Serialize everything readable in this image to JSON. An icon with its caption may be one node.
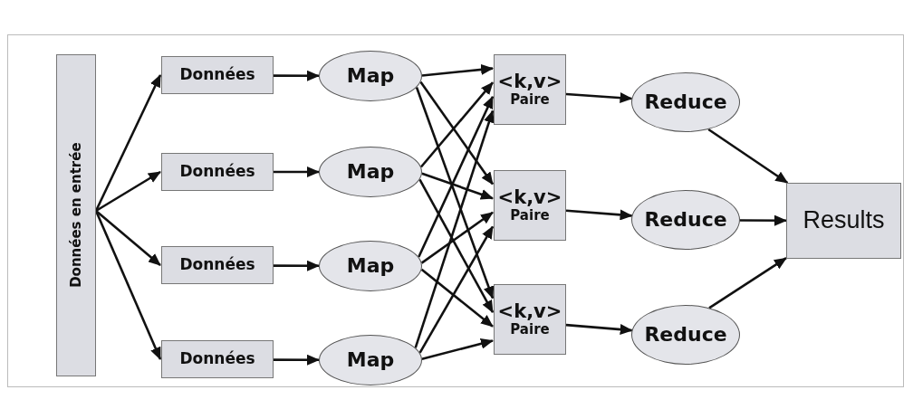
{
  "diagram": {
    "nodes": [
      {
        "text": [
          "Données en entrée"
        ]
      },
      {
        "text": [
          "Données"
        ]
      },
      {
        "text": [
          "Données"
        ]
      },
      {
        "text": [
          "Données"
        ]
      },
      {
        "text": [
          "Données"
        ]
      },
      {
        "text": [
          "Map"
        ]
      },
      {
        "text": [
          "Map"
        ]
      },
      {
        "text": [
          "Map"
        ]
      },
      {
        "text": [
          "Map"
        ]
      },
      {
        "text": [
          "<k,v>",
          "Paire"
        ]
      },
      {
        "text": [
          "<k,v>",
          "Paire"
        ]
      },
      {
        "text": [
          "<k,v>",
          "Paire"
        ]
      },
      {
        "text": [
          "Reduce"
        ]
      },
      {
        "text": [
          "Reduce"
        ]
      },
      {
        "text": [
          "Reduce"
        ]
      },
      {
        "text": [
          "Results"
        ]
      }
    ],
    "edges": [
      {
        "from": 0,
        "to": 1,
        "arrow": "to"
      },
      {
        "from": 0,
        "to": 2,
        "arrow": "to"
      },
      {
        "from": 0,
        "to": 3,
        "arrow": "to"
      },
      {
        "from": 0,
        "to": 4,
        "arrow": "to"
      },
      {
        "from": 1,
        "to": 5,
        "arrow": "to"
      },
      {
        "from": 2,
        "to": 6,
        "arrow": "to"
      },
      {
        "from": 3,
        "to": 7,
        "arrow": "to"
      },
      {
        "from": 4,
        "to": 8,
        "arrow": "to"
      },
      {
        "from": 5,
        "to": 9,
        "arrow": "to"
      },
      {
        "from": 5,
        "to": 10,
        "arrow": "to"
      },
      {
        "from": 5,
        "to": 11,
        "arrow": "to"
      },
      {
        "from": 6,
        "to": 9,
        "arrow": "to"
      },
      {
        "from": 6,
        "to": 10,
        "arrow": "to"
      },
      {
        "from": 6,
        "to": 11,
        "arrow": "to"
      },
      {
        "from": 7,
        "to": 9,
        "arrow": "to"
      },
      {
        "from": 7,
        "to": 10,
        "arrow": "to"
      },
      {
        "from": 7,
        "to": 11,
        "arrow": "to"
      },
      {
        "from": 8,
        "to": 9,
        "arrow": "to"
      },
      {
        "from": 8,
        "to": 10,
        "arrow": "to"
      },
      {
        "from": 8,
        "to": 11,
        "arrow": "to"
      },
      {
        "from": 9,
        "to": 12,
        "arrow": "to"
      },
      {
        "from": 10,
        "to": 13,
        "arrow": "to"
      },
      {
        "from": 11,
        "to": 14,
        "arrow": "to"
      },
      {
        "from": 12,
        "to": 15,
        "arrow": "to"
      },
      {
        "from": 13,
        "to": 15,
        "arrow": "to"
      },
      {
        "from": 14,
        "to": 15,
        "arrow": "to"
      }
    ]
  }
}
